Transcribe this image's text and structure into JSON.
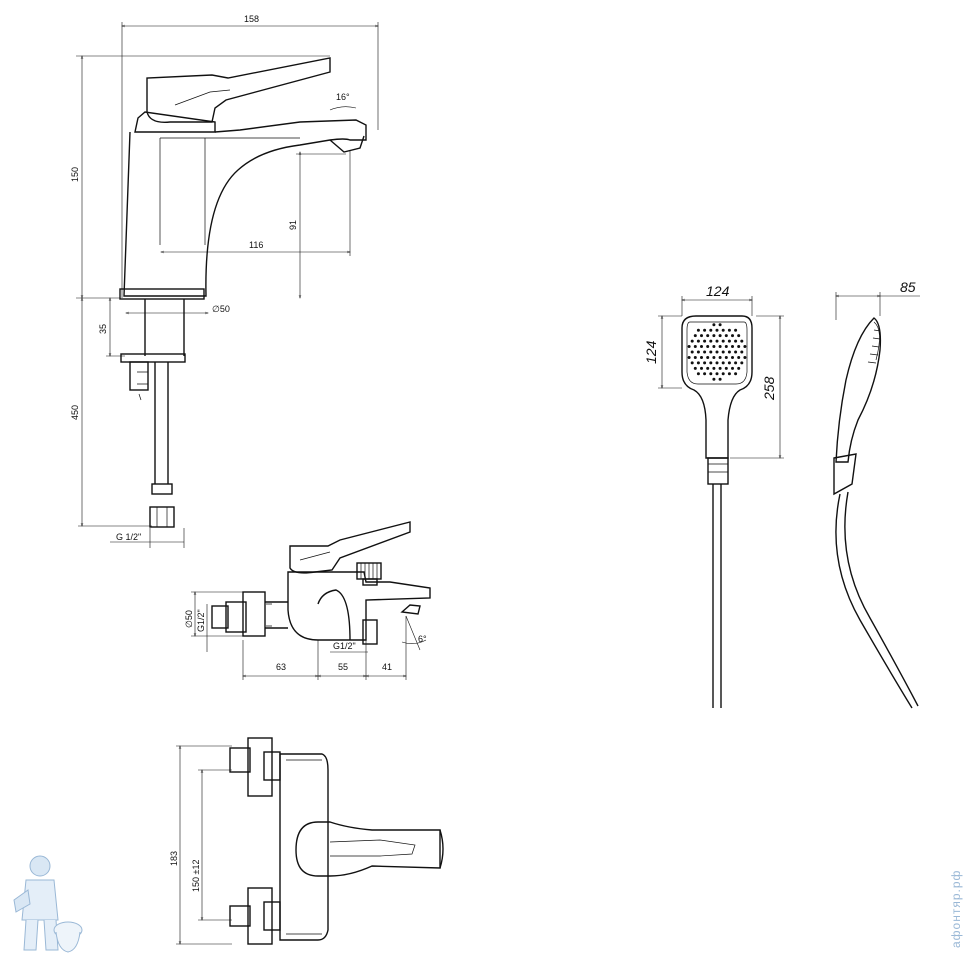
{
  "basin_mixer": {
    "dims": {
      "overall_width": "158",
      "height": "150",
      "spout_angle": "16°",
      "spout_height": "91",
      "spout_reach": "116",
      "base_diameter": "∅50",
      "shank_length": "35",
      "hose_length": "450",
      "connection": "G 1/2\""
    }
  },
  "bath_mixer_side": {
    "dims": {
      "eccentric_diameter": "∅50",
      "eccentric_thread": "G1/2\"",
      "inlet_offset": "63",
      "body_length": "55",
      "spout_extension": "41",
      "diverter_thread": "G1/2\"",
      "spout_angle": "6°"
    }
  },
  "bath_mixer_top": {
    "dims": {
      "overall_height": "183",
      "centres": "150 ±12"
    }
  },
  "hand_shower": {
    "dims": {
      "head_width": "124",
      "head_height": "124",
      "total_length": "258",
      "profile_depth": "85"
    }
  },
  "watermark": {
    "text": "афонтяр.рф",
    "color": "#9ab8d6"
  }
}
